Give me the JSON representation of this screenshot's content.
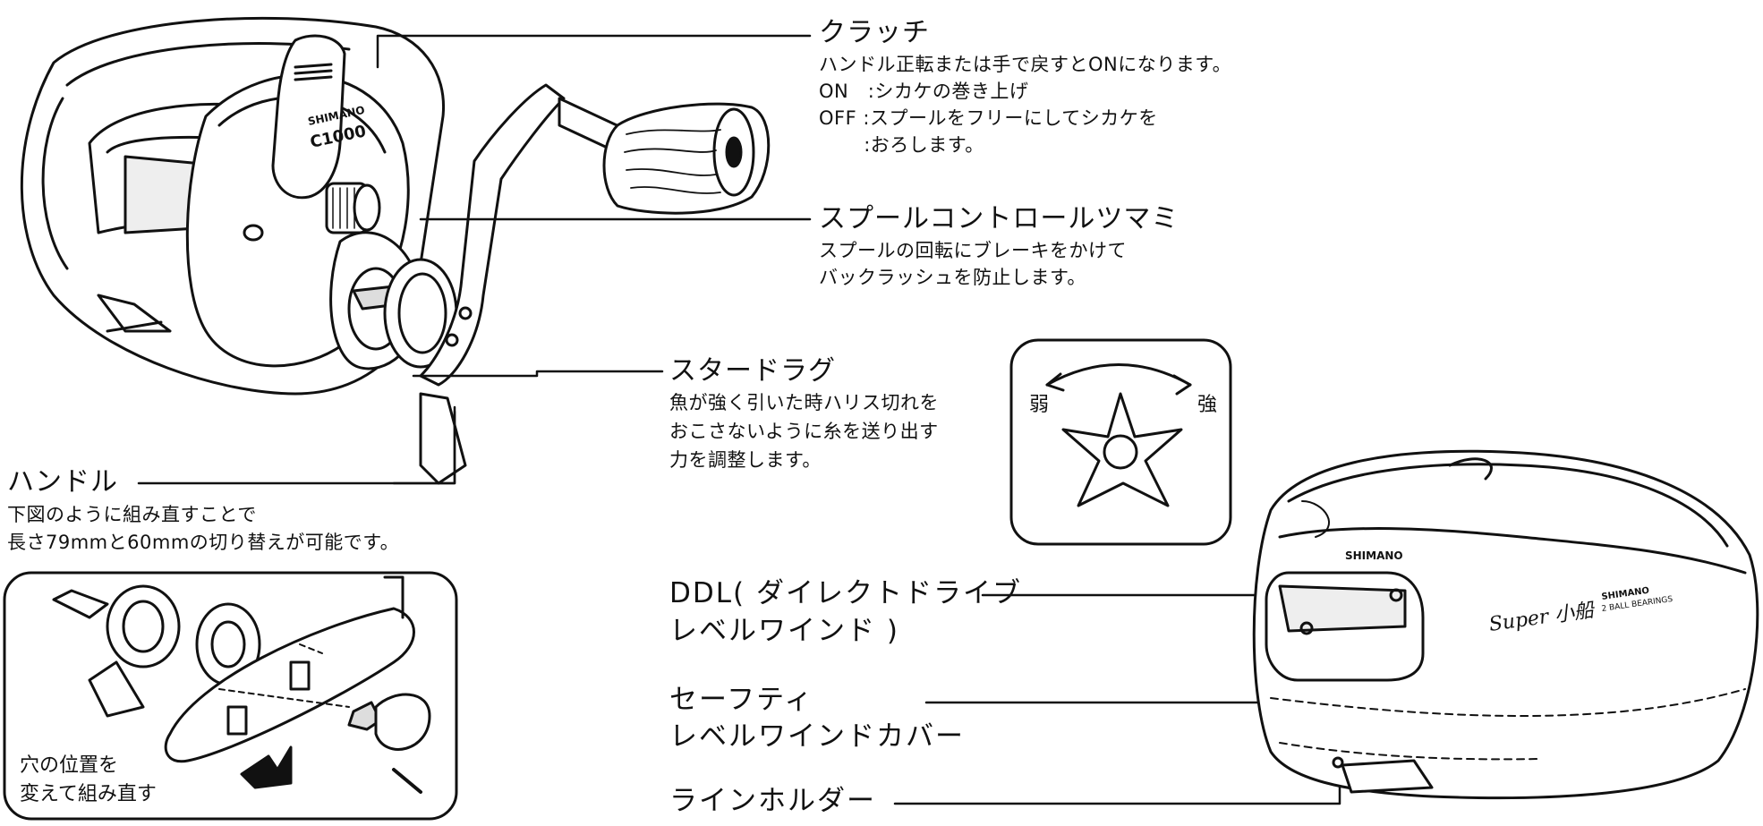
{
  "callouts": {
    "clutch": {
      "title": "クラッチ",
      "lines": [
        "ハンドル正転または手で戻すとONになります。",
        "ON   :シカケの巻き上げ",
        "OFF :スプールをフリーにしてシカケを",
        "       :おろします。"
      ]
    },
    "spool_knob": {
      "title": "スプールコントロールツマミ",
      "lines": [
        "スプールの回転にブレーキをかけて",
        "バックラッシュを防止します。"
      ]
    },
    "star_drag": {
      "title": "スタードラグ",
      "lines": [
        "魚が強く引いた時ハリス切れを",
        "おこさないように糸を送り出す",
        "力を調整します。"
      ]
    },
    "handle": {
      "title": "ハンドル",
      "lines": [
        "下図のように組み直すことで",
        "長さ79mmと60mmの切り替えが可能です。"
      ]
    },
    "ddl": {
      "lines": [
        "DDL( ダイレクトドライブ",
        "レベルワインド )"
      ]
    },
    "safety_cover": {
      "lines": [
        "セーフティ",
        "レベルワインドカバー"
      ]
    },
    "line_holder": {
      "title": "ラインホルダー"
    }
  },
  "inset_handle": {
    "lines": [
      "穴の位置を",
      "変えて組み直す"
    ]
  },
  "star_inset": {
    "weak": "弱",
    "strong": "強"
  },
  "reel_marks": {
    "brand": "SHIMANO",
    "model": "C1000",
    "cover_brand": "SHIMANO",
    "script_logo": "Super 小船",
    "bearing_brand": "SHIMANO",
    "bearing_text": "2 BALL BEARINGS"
  },
  "colors": {
    "ink": "#111111",
    "paper": "#ffffff",
    "shade": "#d9d9d9"
  }
}
